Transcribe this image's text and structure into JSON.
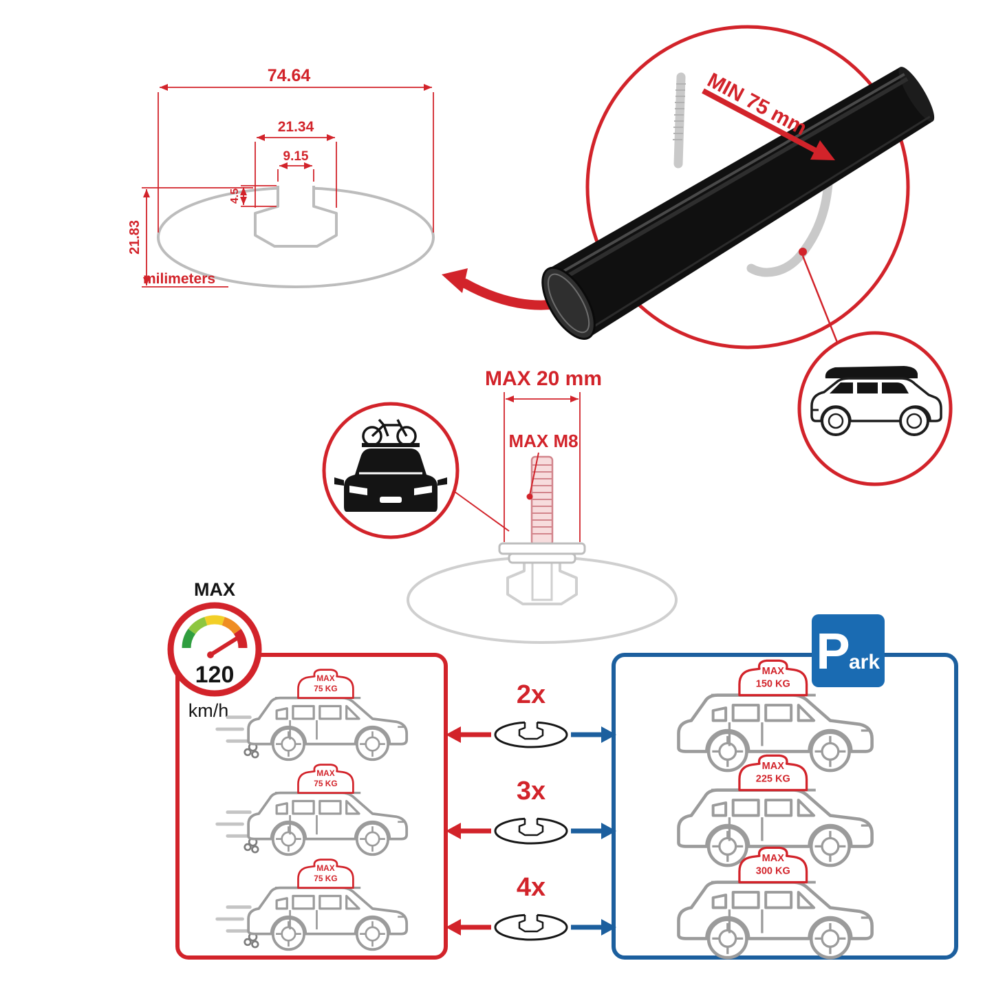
{
  "colors": {
    "red": "#d2232a",
    "blue": "#1c5f9e",
    "park_blue": "#1a6bb2",
    "outline_gray": "#9b9b9b"
  },
  "dimension_diagram": {
    "total_width_mm": "74.64",
    "channel_width_mm": "21.34",
    "slot_width_mm": "9.15",
    "slot_depth_mm": "4.5",
    "total_height_mm": "21.83",
    "units_label": "milimeters"
  },
  "crossbar_detail": {
    "min_clamp_spacing": "MIN 75 mm"
  },
  "bolt_diagram": {
    "max_length": "MAX 20 mm",
    "max_thread": "MAX M8"
  },
  "speed_limit": {
    "label": "MAX",
    "value": "120",
    "unit": "km/h"
  },
  "park_sign": {
    "letter": "P",
    "suffix": "ark"
  },
  "capacity_rows": [
    {
      "multiplier": "2x",
      "moving_load": {
        "line1": "MAX",
        "line2": "75 KG"
      },
      "parked_load": {
        "line1": "MAX",
        "line2": "150 KG"
      }
    },
    {
      "multiplier": "3x",
      "moving_load": {
        "line1": "MAX",
        "line2": "75 KG"
      },
      "parked_load": {
        "line1": "MAX",
        "line2": "225 KG"
      }
    },
    {
      "multiplier": "4x",
      "moving_load": {
        "line1": "MAX",
        "line2": "75 KG"
      },
      "parked_load": {
        "line1": "MAX",
        "line2": "300 KG"
      }
    }
  ]
}
